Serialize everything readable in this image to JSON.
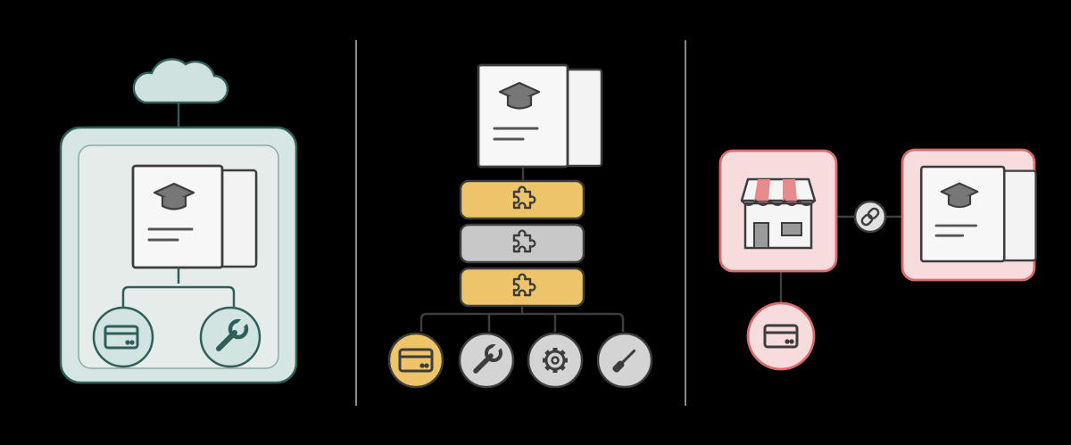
{
  "diagram": {
    "panels": [
      {
        "id": "hosted",
        "nodes": [
          "cloud-icon",
          "course-document-icon",
          "credit-card-icon",
          "wrench-icon"
        ]
      },
      {
        "id": "plugin-stack",
        "nodes": [
          "course-document-icon",
          "puzzle-icon",
          "puzzle-icon",
          "puzzle-icon",
          "credit-card-icon",
          "wrench-icon",
          "gear-icon",
          "screwdriver-icon"
        ]
      },
      {
        "id": "storefront",
        "nodes": [
          "storefront-icon",
          "link-icon",
          "course-document-icon",
          "credit-card-icon"
        ]
      }
    ]
  },
  "colors": {
    "background": "#000000",
    "teal_fill": "#dce9e8",
    "teal_stroke": "#2f5e5b",
    "card_fill": "#ececec",
    "doc_fill": "#f5f5f5",
    "dark_stroke": "#3d3d3d",
    "yellow_fill": "#eec46a",
    "grey_fill": "#c8c8c8",
    "pink_fill": "#f6dcdc",
    "red_stroke": "#d86b6b",
    "divider": "#8a8a8a"
  }
}
